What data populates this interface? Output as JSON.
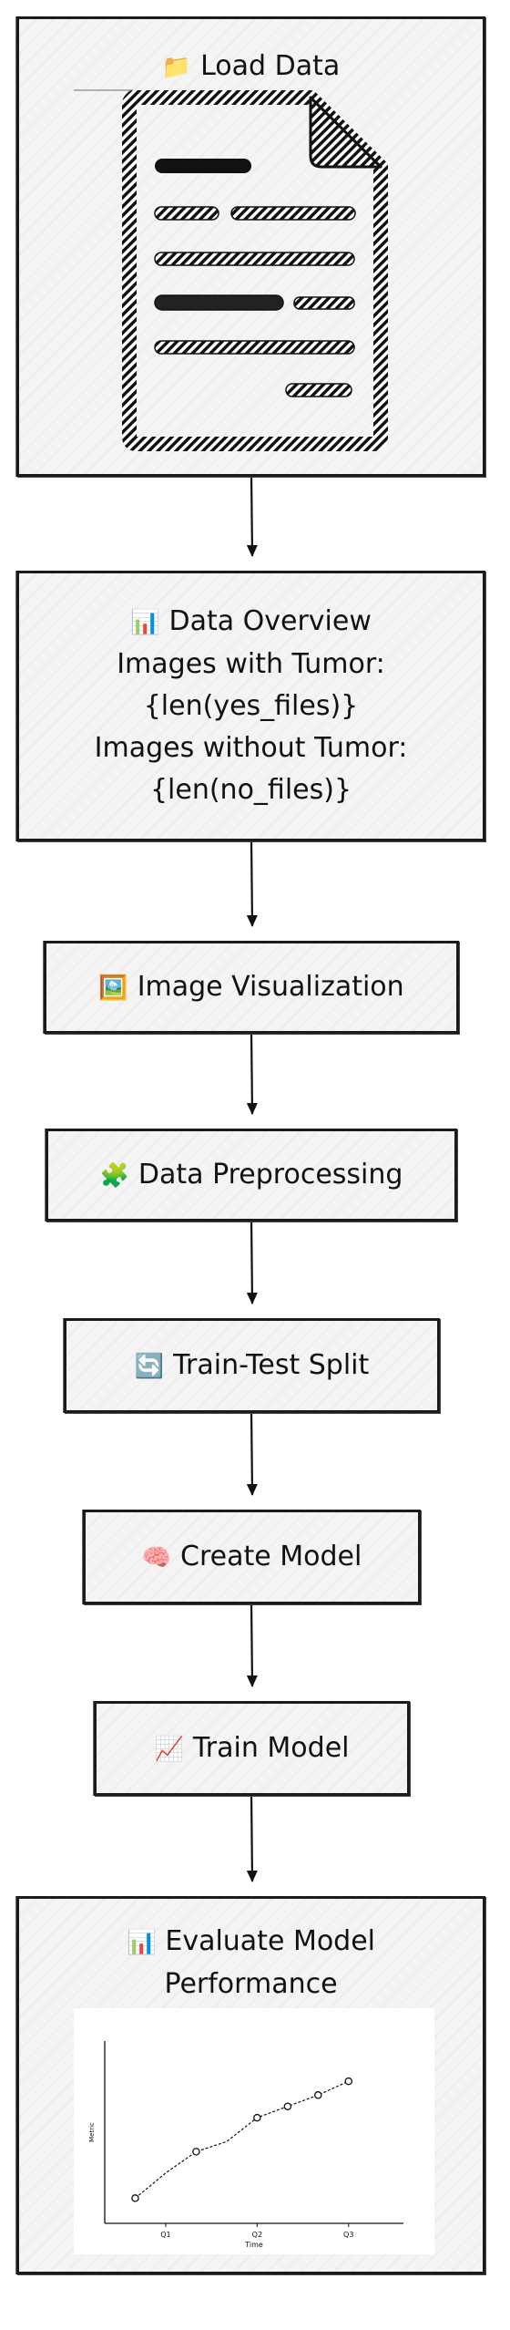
{
  "nodes": [
    {
      "id": "load-data",
      "icon": "📁",
      "icon_name": "folder-icon",
      "label": "Load Data"
    },
    {
      "id": "data-overview",
      "icon": "📊",
      "icon_name": "bar-chart-icon",
      "lines": [
        "Data Overview",
        "Images with Tumor:",
        "{len(yes_files)}",
        "Images without Tumor:",
        "{len(no_files)}"
      ]
    },
    {
      "id": "image-visualization",
      "icon": "🖼️",
      "icon_name": "picture-icon",
      "label": "Image Visualization"
    },
    {
      "id": "data-preprocessing",
      "icon": "🧩",
      "icon_name": "puzzle-icon",
      "label": "Data Preprocessing"
    },
    {
      "id": "train-test-split",
      "icon": "🔄",
      "icon_name": "refresh-icon",
      "label": "Train-Test Split"
    },
    {
      "id": "create-model",
      "icon": "🧠",
      "icon_name": "brain-icon",
      "label": "Create Model"
    },
    {
      "id": "train-model",
      "icon": "📈",
      "icon_name": "trend-chart-icon",
      "label": "Train Model"
    },
    {
      "id": "evaluate-model",
      "icon": "📊",
      "icon_name": "bar-chart-icon",
      "lines": [
        "Evaluate Model",
        "Performance"
      ]
    }
  ],
  "chart_data": {
    "type": "line",
    "xlabel": "Time",
    "ylabel": "Metric",
    "tick_labels": [
      "Q1",
      "Q2",
      "Q3"
    ],
    "x": [
      0,
      1,
      2,
      3,
      4,
      5,
      6,
      7
    ],
    "y": [
      0.5,
      2.5,
      4.2,
      5.0,
      6.9,
      7.8,
      8.7,
      9.8
    ],
    "marker_indices": [
      0,
      2,
      4,
      5,
      6,
      7
    ],
    "tick_positions": [
      1,
      4,
      7
    ],
    "xlim": [
      -1,
      8.8
    ],
    "ylim": [
      -1.5,
      13
    ],
    "line_style": "dashed",
    "marker": "open-circle",
    "grid": false
  }
}
